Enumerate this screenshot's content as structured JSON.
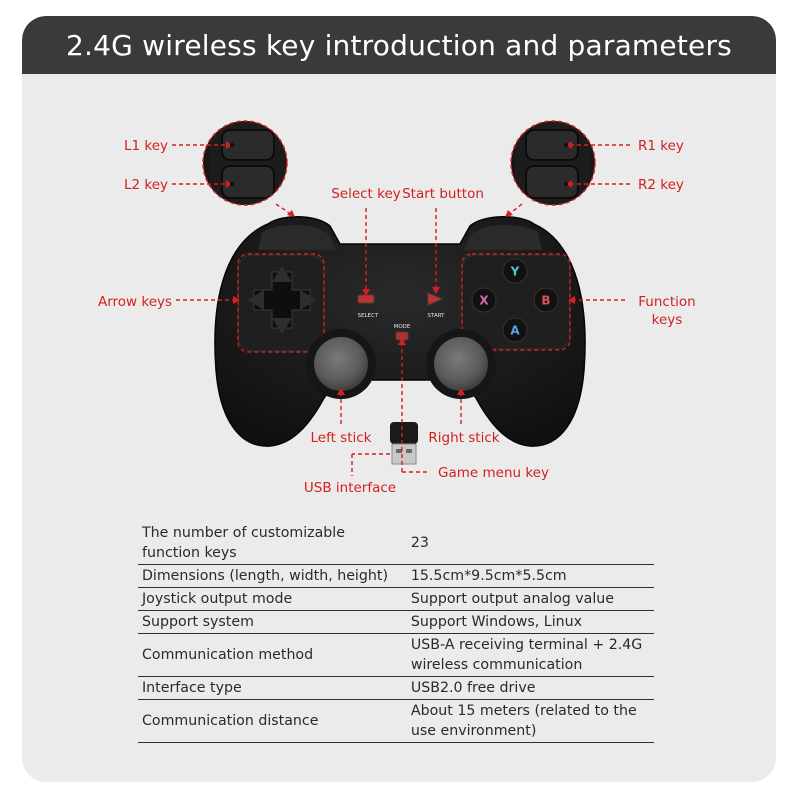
{
  "header": {
    "title": "2.4G wireless key introduction and parameters"
  },
  "callouts": {
    "l1": "L1 key",
    "l2": "L2 key",
    "r1": "R1 key",
    "r2": "R2 key",
    "select": "Select key",
    "start": "Start button",
    "arrow": "Arrow keys",
    "function_line1": "Function",
    "function_line2": "keys",
    "left_stick": "Left stick",
    "right_stick": "Right stick",
    "game_menu": "Game menu key",
    "usb": "USB interface"
  },
  "controller": {
    "select_label": "SELECT",
    "start_label": "START",
    "mode_label": "MODE",
    "face_buttons": {
      "y": "Y",
      "x": "X",
      "b": "B",
      "a": "A"
    }
  },
  "colors": {
    "accent_red": "#d42020",
    "header_bg": "#3a3a3a",
    "y_color": "#4ec9c0",
    "x_color": "#d76aa8",
    "b_color": "#e05252",
    "a_color": "#5aa0e6"
  },
  "specs": [
    {
      "key": "The number of customizable function keys",
      "value": "23"
    },
    {
      "key": "Dimensions (length, width, height)",
      "value": "15.5cm*9.5cm*5.5cm"
    },
    {
      "key": "Joystick output mode",
      "value": "Support output analog value"
    },
    {
      "key": "Support system",
      "value": "Support Windows, Linux"
    },
    {
      "key": "Communication method",
      "value": "USB-A receiving terminal + 2.4G wireless communication"
    },
    {
      "key": "Interface type",
      "value": "USB2.0 free drive"
    },
    {
      "key": "Communication distance",
      "value": "About 15 meters (related to the use environment)"
    }
  ]
}
